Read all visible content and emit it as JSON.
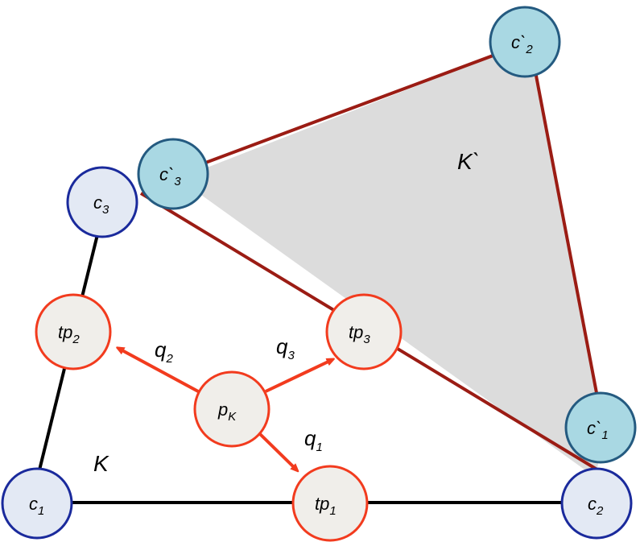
{
  "diagram": {
    "colors": {
      "triangle_k_edge": "#000000",
      "triangle_k2_edge": "#9b1c14",
      "triangle_k2_fill": "#dcdcdc",
      "c_node_fill": "#e3e9f4",
      "c_node_stroke": "#1a2a9c",
      "cprime_node_fill": "#a9d8e3",
      "cprime_node_stroke": "#245a80",
      "tp_node_fill": "#f0eeea",
      "tp_node_stroke": "#f23b1e",
      "arrow": "#f23b1e"
    },
    "regions": {
      "K": "K",
      "K2": "K`"
    },
    "nodes": {
      "c1": {
        "main": "c",
        "sub": "1"
      },
      "c2": {
        "main": "c",
        "sub": "2"
      },
      "c3": {
        "main": "c",
        "sub": "3"
      },
      "c1p": {
        "main": "c`",
        "sub": "1"
      },
      "c2p": {
        "main": "c`",
        "sub": "2"
      },
      "c3p": {
        "main": "c`",
        "sub": "3"
      },
      "tp1": {
        "main": "tp",
        "sub": "1"
      },
      "tp2": {
        "main": "tp",
        "sub": "2"
      },
      "tp3": {
        "main": "tp",
        "sub": "3"
      },
      "pK": {
        "main": "p",
        "sub": "K"
      }
    },
    "arrows": {
      "q1": {
        "main": "q",
        "sub": "1"
      },
      "q2": {
        "main": "q",
        "sub": "2"
      },
      "q3": {
        "main": "q",
        "sub": "3"
      }
    }
  }
}
